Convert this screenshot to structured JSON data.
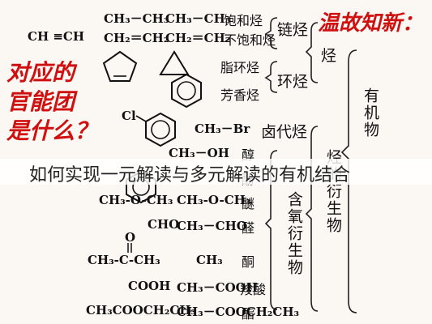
{
  "banner": "温故知新：",
  "question_lines": [
    "对应的",
    "官能团",
    "是什么？"
  ],
  "overlay_caption": "如何实现一元解读与多元解读的有机结合",
  "formulas": {
    "ethane": "CH₃－CH₃",
    "ethene": "CH₂＝CH₂",
    "ethyne": "CH ≡CH",
    "chloro_prefix": "Cl",
    "bromoethane": "CH₃－Br",
    "ethanol": "CH₃－OH",
    "ether": "CH₃-O-CH₃",
    "ether_right": "CH₃-O-CH₃",
    "aldehyde_left": "CHO",
    "aldehyde_right": "CH₃－CHO",
    "ketone_o": "O",
    "ketone_left": "CH₃-C-CH₃",
    "ketone_right": "CH₃",
    "acid_left": "COOH",
    "acid_right": "CH₃－COOH",
    "ester_left": "CH₃COOCH₂CH₃",
    "ester_right": "CH₃－COOCH₂CH₃"
  },
  "categories": {
    "saturated": "饱和烃",
    "unsaturated": "不饱和烃",
    "chain": "链烃",
    "alicyclic": "脂环烃",
    "aromatic": "芳香烃",
    "cyclic": "环烃",
    "hydrocarbon": "烃",
    "halide": "卤代烃",
    "alcohol": "醇",
    "phenol": "酚",
    "ether": "醚",
    "aldehyde": "醛",
    "ketone": "酮",
    "acid": "羧酸",
    "ester": "酯",
    "oxygen_derivs": "含氧衍生物",
    "hydrocarbon_derivs": "烃的衍生物",
    "organic": "有机物"
  }
}
